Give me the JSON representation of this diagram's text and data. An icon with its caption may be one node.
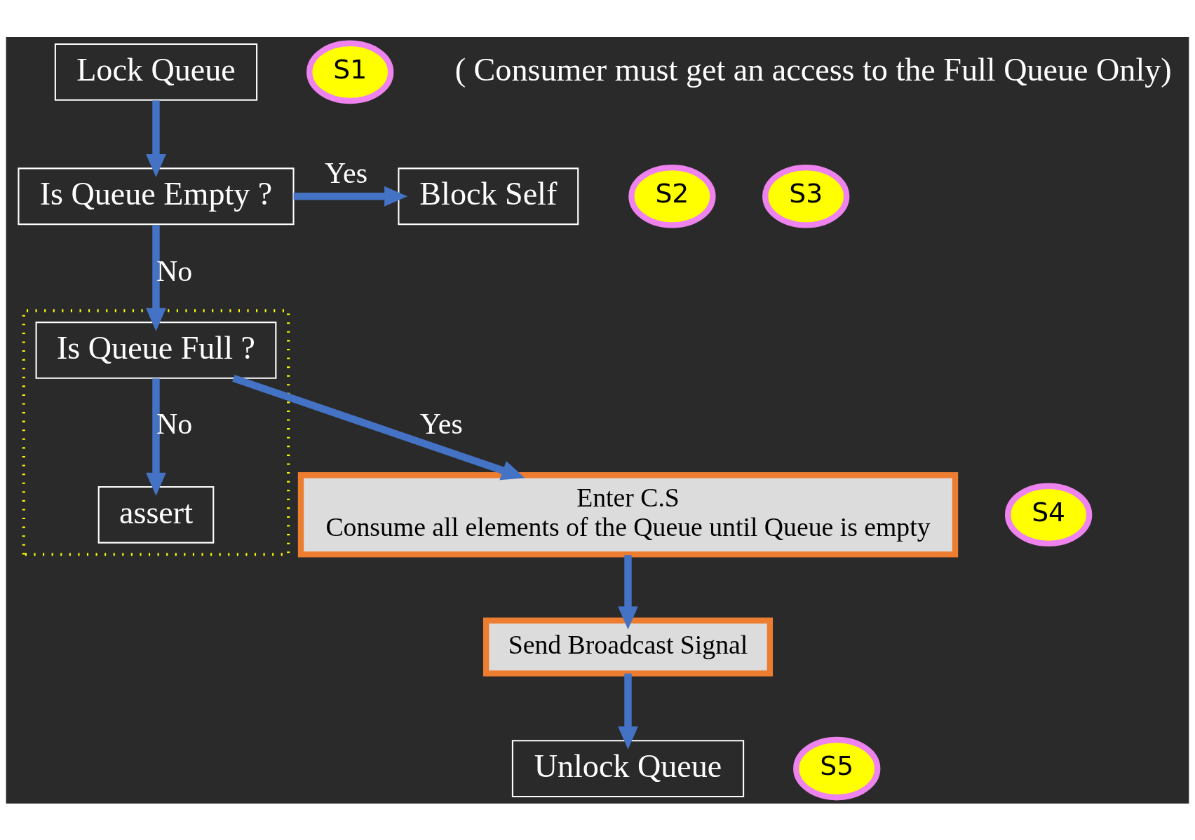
{
  "diagram": {
    "nodes": [
      {
        "text": [
          "Lock Queue"
        ]
      },
      {
        "text": [
          "S1"
        ]
      },
      {
        "text": [
          "Is Queue Empty ?"
        ]
      },
      {
        "text": [
          "S2"
        ]
      },
      {
        "text": [
          "Block Self"
        ]
      },
      {
        "text": [
          "S3"
        ]
      },
      {
        "text": [],
        "shape": "box"
      },
      {
        "text": [
          "Is Queue Full ?"
        ],
        "in": 6
      },
      {
        "text": [
          "assert"
        ],
        "in": 6
      },
      {
        "text": [
          "Enter C.S",
          "Consume all elements of the Queue until Queue is empty"
        ]
      },
      {
        "text": [
          "Send Broadcast Signal"
        ]
      },
      {
        "text": [
          "S4"
        ]
      },
      {
        "text": [
          "Unlock Queue"
        ]
      },
      {
        "text": [
          "S5"
        ]
      }
    ],
    "edges": [
      {
        "from": 0,
        "to": 2,
        "arrow": "to"
      },
      {
        "from": 2,
        "to": 4,
        "label": "Yes",
        "arrow": "to"
      },
      {
        "from": 2,
        "to": 7,
        "label": "No",
        "arrow": "to"
      },
      {
        "from": 7,
        "to": 8,
        "label": "No",
        "arrow": "to"
      },
      {
        "from": 7,
        "to": 9,
        "label": "Yes",
        "arrow": "to"
      },
      {
        "from": 9,
        "to": 10,
        "arrow": "to"
      },
      {
        "from": 10,
        "to": 12,
        "arrow": "to"
      }
    ],
    "labels": [
      "( Consumer must get an access to the Full Queue Only)"
    ]
  }
}
